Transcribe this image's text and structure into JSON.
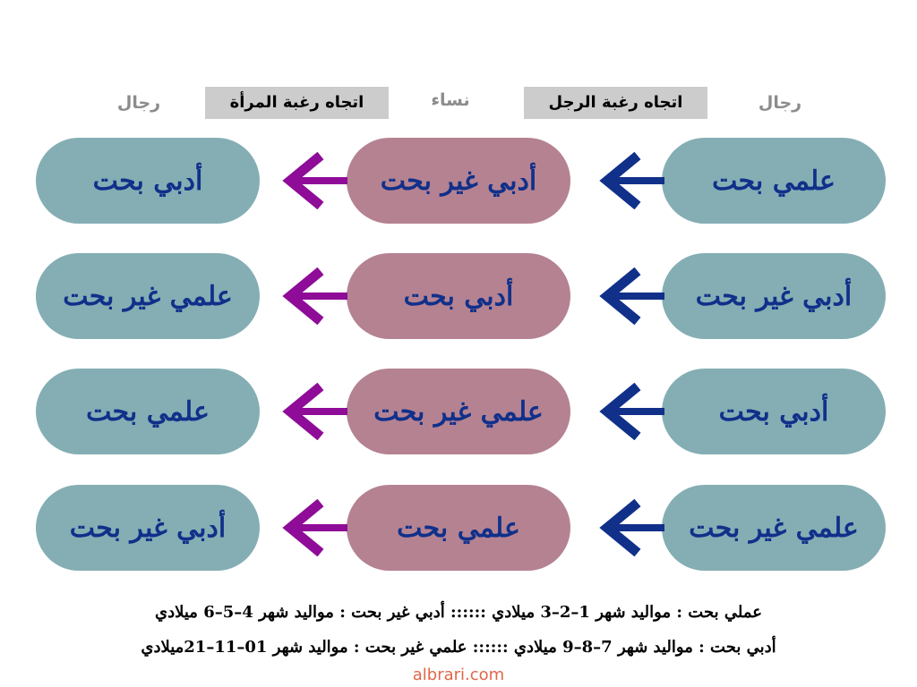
{
  "header": {
    "left_label": "رجال",
    "left_box": "اتجاه رغبة المرأة",
    "middle_label": "نساء",
    "right_box": "اتجاه رغبة الرجل",
    "right_label": "رجال"
  },
  "rows": [
    {
      "right": "علمي بحت",
      "middle": "أدبي غير بحت",
      "left": "أدبي بحت"
    },
    {
      "right": "أدبي غير بحت",
      "middle": "أدبي بحت",
      "left": "علمي غير بحت"
    },
    {
      "right": "أدبي بحت",
      "middle": "علمي غير بحت",
      "left": "علمي بحت"
    },
    {
      "right": "علمي غير بحت",
      "middle": "علمي بحت",
      "left": "أدبي غير بحت"
    }
  ],
  "footer": {
    "line1": "عملي بحت : مواليد شهر 1–2–3 ميلادي :::::: أدبي غير بحت : مواليد شهر 4–5–6 ميلادي",
    "line2": "أدبي  بحت : مواليد شهر 7–8–9 ميلادي :::::: علمي غير بحت : مواليد شهر 01–11–21ميلادي"
  },
  "watermark": "albrari.com",
  "colors": {
    "teal_pill": "#84aeb4",
    "mauve_pill": "#b58292",
    "pill_text": "#10308a",
    "blue_arrow": "#10308a",
    "purple_arrow": "#8e0c97"
  }
}
